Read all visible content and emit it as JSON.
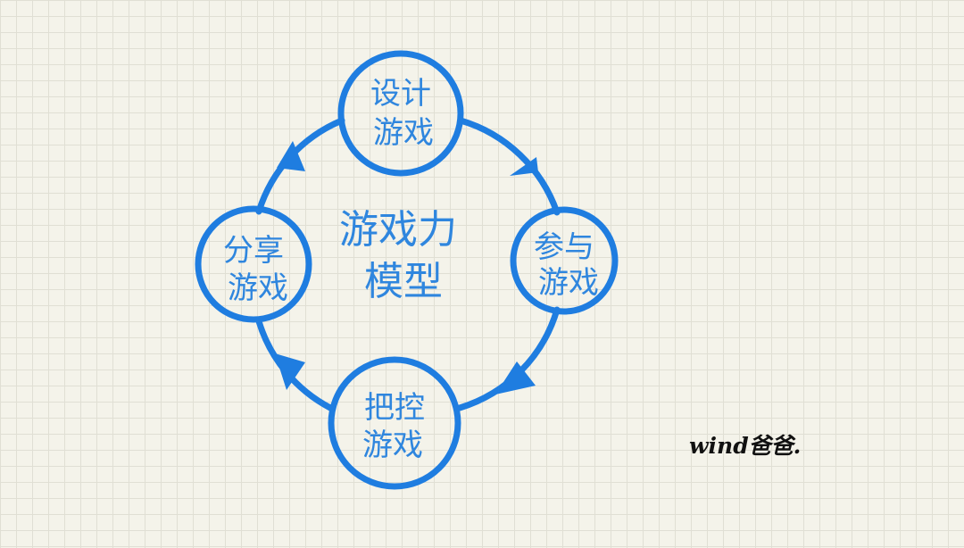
{
  "diagram": {
    "center_title": [
      "游戏力",
      "模型"
    ],
    "nodes": [
      {
        "id": "design",
        "lines": [
          "设计",
          "游戏"
        ]
      },
      {
        "id": "participate",
        "lines": [
          "参与",
          "游戏"
        ]
      },
      {
        "id": "control",
        "lines": [
          "把控",
          "游戏"
        ]
      },
      {
        "id": "share",
        "lines": [
          "分享",
          "游戏"
        ]
      }
    ],
    "flow": [
      "design",
      "participate",
      "control",
      "share",
      "design"
    ],
    "color": "#1f7de0"
  },
  "signature": "wind爸爸."
}
